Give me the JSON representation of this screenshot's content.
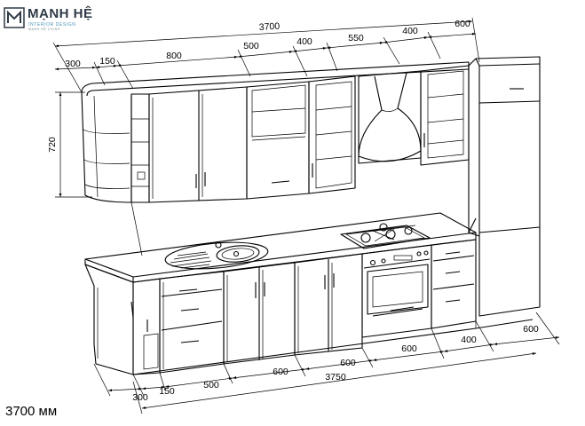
{
  "brand": {
    "name": "MẠNH HỆ",
    "subtitle": "INTERIOR DESIGN",
    "tagline": "MẠNH HỆ CHINH"
  },
  "caption": "3700 мм",
  "dimensions": {
    "upper_total": "3700",
    "upper_segments": [
      "300",
      "150",
      "800",
      "500",
      "400",
      "550",
      "400",
      "600"
    ],
    "upper_height": "720",
    "lower_total": "3750",
    "lower_segments": [
      "300",
      "150",
      "500",
      "600",
      "600",
      "600",
      "400",
      "600"
    ]
  },
  "colors": {
    "line": "#000000",
    "brand_dark": "#2f3a47",
    "brand_accent": "#4a93b8"
  },
  "icons": [
    "brand-logo-icon",
    "sink-icon",
    "gas-hob-icon",
    "oven-icon",
    "range-hood-icon"
  ]
}
